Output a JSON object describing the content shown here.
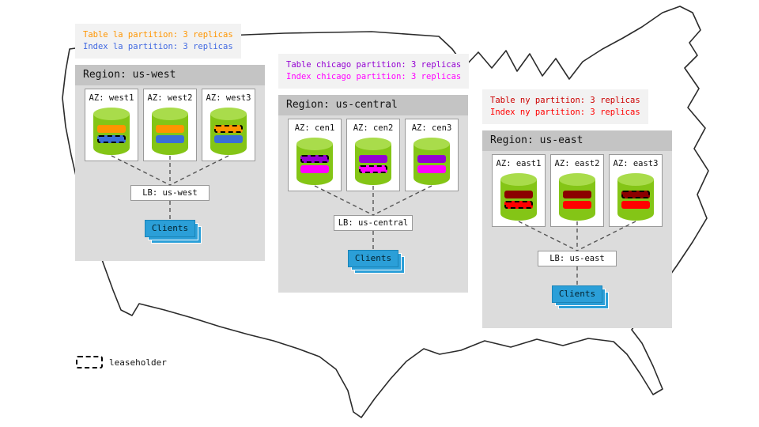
{
  "palette": {
    "map-stroke": "#2b2b2b",
    "region-bg": "#dcdcdc",
    "region-title-bg": "#c4c4c4",
    "annotation-bg": "#f2f2f2",
    "az-card-bg": "#ffffff",
    "az-card-border": "#999999",
    "cylinder-body": "#84c516",
    "cylinder-top": "#a9dc4b",
    "connector": "#555555",
    "clients-bg": "#2b9fd8",
    "clients-border": "#1a84b8",
    "lb-bg": "#ffffff",
    "lb-border": "#999999"
  },
  "legend": {
    "label": "leaseholder"
  },
  "regions": [
    {
      "title": "Region: us-west",
      "annotation": {
        "lines": [
          {
            "text": "Table la partition: 3 replicas",
            "color": "#ff9500"
          },
          {
            "text": "Index la partition: 3 replicas",
            "color": "#4169e1"
          }
        ]
      },
      "azs": [
        {
          "label": "AZ: west1",
          "bars": [
            {
              "color": "#ff9500",
              "leaseholder": false
            },
            {
              "color": "#3a6fd8",
              "leaseholder": true
            }
          ]
        },
        {
          "label": "AZ: west2",
          "bars": [
            {
              "color": "#ff9500",
              "leaseholder": false
            },
            {
              "color": "#3a6fd8",
              "leaseholder": false
            }
          ]
        },
        {
          "label": "AZ: west3",
          "bars": [
            {
              "color": "#ff9500",
              "leaseholder": true
            },
            {
              "color": "#3a6fd8",
              "leaseholder": false
            }
          ]
        }
      ],
      "lb_label": "LB: us-west",
      "clients_label": "Clients"
    },
    {
      "title": "Region: us-central",
      "annotation": {
        "lines": [
          {
            "text": "Table chicago partition: 3 replicas",
            "color": "#9400d3"
          },
          {
            "text": "Index chicago partition: 3 replicas",
            "color": "#ff00ff"
          }
        ]
      },
      "azs": [
        {
          "label": "AZ: cen1",
          "bars": [
            {
              "color": "#9400d3",
              "leaseholder": true
            },
            {
              "color": "#ff00ff",
              "leaseholder": false
            }
          ]
        },
        {
          "label": "AZ: cen2",
          "bars": [
            {
              "color": "#9400d3",
              "leaseholder": false
            },
            {
              "color": "#ff00ff",
              "leaseholder": true
            }
          ]
        },
        {
          "label": "AZ: cen3",
          "bars": [
            {
              "color": "#9400d3",
              "leaseholder": false
            },
            {
              "color": "#ff00ff",
              "leaseholder": false
            }
          ]
        }
      ],
      "lb_label": "LB: us-central",
      "clients_label": "Clients"
    },
    {
      "title": "Region: us-east",
      "annotation": {
        "lines": [
          {
            "text": "Table ny partition: 3 replicas",
            "color": "#cc0000"
          },
          {
            "text": "Index ny partition: 3 replicas",
            "color": "#ff0000"
          }
        ]
      },
      "azs": [
        {
          "label": "AZ: east1",
          "bars": [
            {
              "color": "#8b0000",
              "leaseholder": false
            },
            {
              "color": "#ff0000",
              "leaseholder": true
            }
          ]
        },
        {
          "label": "AZ: east2",
          "bars": [
            {
              "color": "#8b0000",
              "leaseholder": false
            },
            {
              "color": "#ff0000",
              "leaseholder": false
            }
          ]
        },
        {
          "label": "AZ: east3",
          "bars": [
            {
              "color": "#8b0000",
              "leaseholder": true
            },
            {
              "color": "#ff0000",
              "leaseholder": false
            }
          ]
        }
      ],
      "lb_label": "LB: us-east",
      "clients_label": "Clients"
    }
  ]
}
